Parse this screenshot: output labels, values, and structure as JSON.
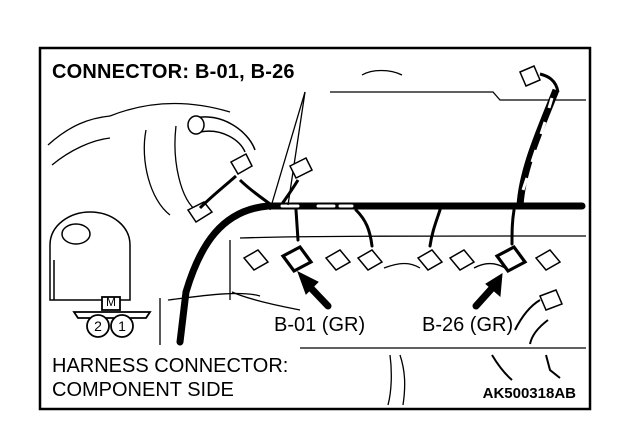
{
  "diagram": {
    "title": "CONNECTOR: B-01, B-26",
    "callouts": [
      {
        "id": "b01",
        "label": "B-01 (GR)"
      },
      {
        "id": "b26",
        "label": "B-26 (GR)"
      }
    ],
    "caption_line1": "HARNESS CONNECTOR:",
    "caption_line2": "COMPONENT SIDE",
    "figure_code": "AK500318AB",
    "pin_badge": {
      "header": "M",
      "pins": [
        "2",
        "1"
      ]
    }
  }
}
